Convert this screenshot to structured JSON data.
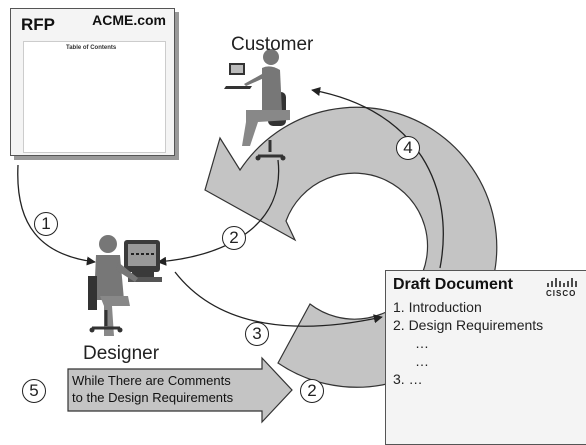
{
  "labels": {
    "customer": "Customer",
    "designer": "Designer"
  },
  "rfp": {
    "title": "RFP",
    "company": "ACME.com",
    "page_heading": "Table of Contents"
  },
  "draft_document": {
    "title": "Draft Document",
    "logo_text": "CISCO",
    "items": [
      "1. Introduction",
      "2. Design Requirements",
      "…",
      "…",
      "3. …"
    ]
  },
  "steps": {
    "rfp_to_designer": "1",
    "designer_customer": "2",
    "designer_to_draft": "3",
    "draft_to_customer": "4",
    "loop_start": "5",
    "loop_back": "2"
  },
  "loop_banner": {
    "line1": "While There are Comments",
    "line2": "to the Design Requirements"
  },
  "colors": {
    "cycle_arrow_fill": "#c4c4c4",
    "outline": "#222222",
    "card_background": "#f4f4f4"
  },
  "icons": [
    "customer-laptop-icon",
    "designer-workstation-icon",
    "cisco-logo-icon"
  ]
}
